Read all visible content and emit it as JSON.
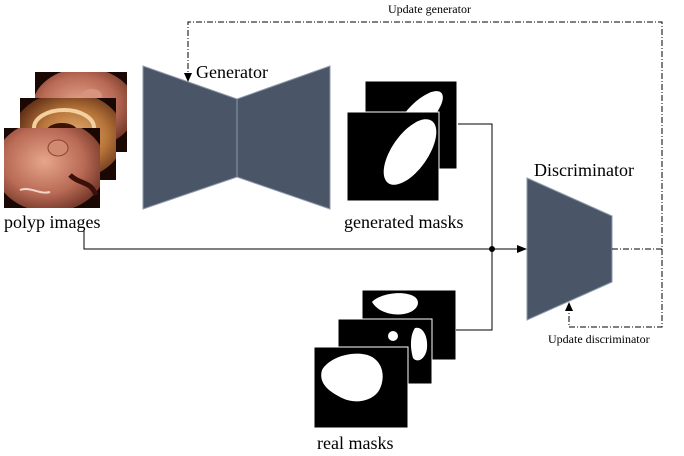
{
  "labels": {
    "update_generator": "Update generator",
    "generator": "Generator",
    "polyp_images": "polyp  images",
    "generated_masks": "generated  masks",
    "discriminator": "Discriminator",
    "update_discriminator": "Update discriminator",
    "real_masks": "real masks"
  },
  "colors": {
    "block_fill": "#4a5568",
    "block_stroke": "#8e9aab",
    "mask_bg": "#000000",
    "mask_fg": "#ffffff",
    "tissue": "#b86a55",
    "tissue_dark": "#6e2f22",
    "line": "#000000"
  },
  "icons": {
    "input_stack": "endoscopy-image-stack",
    "generator_shape": "hourglass-encoder-decoder",
    "discriminator_shape": "trapezoid-classifier",
    "arrowheads": "arrowhead-icon"
  }
}
